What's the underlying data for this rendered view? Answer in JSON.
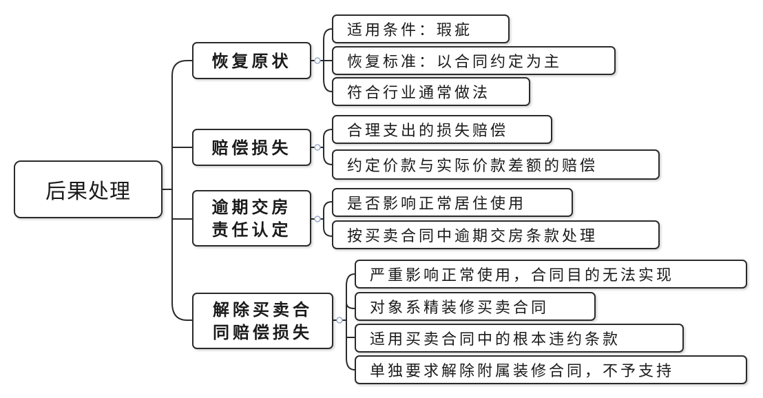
{
  "root": {
    "label": "后果处理"
  },
  "branches": [
    {
      "label": "恢复原状",
      "items": [
        "适用条件：瑕疵",
        "恢复标准：以合同约定为主",
        "符合行业通常做法"
      ]
    },
    {
      "label": "赔偿损失",
      "items": [
        "合理支出的损失赔偿",
        "约定价款与实际价款差额的赔偿"
      ]
    },
    {
      "label": "逾期交房\n责任认定",
      "items": [
        "是否影响正常居住使用",
        "按买卖合同中逾期交房条款处理"
      ]
    },
    {
      "label": "解除买卖合\n同赔偿损失",
      "items": [
        "严重影响正常使用，合同目的无法实现",
        "对象系精装修买卖合同",
        "适用买卖合同中的根本违约条款",
        "单独要求解除附属装修合同，不予支持"
      ]
    }
  ],
  "colors": {
    "line": "#2a2a2a",
    "border": "#2a2a2a",
    "connector": "#9aa9c9"
  }
}
